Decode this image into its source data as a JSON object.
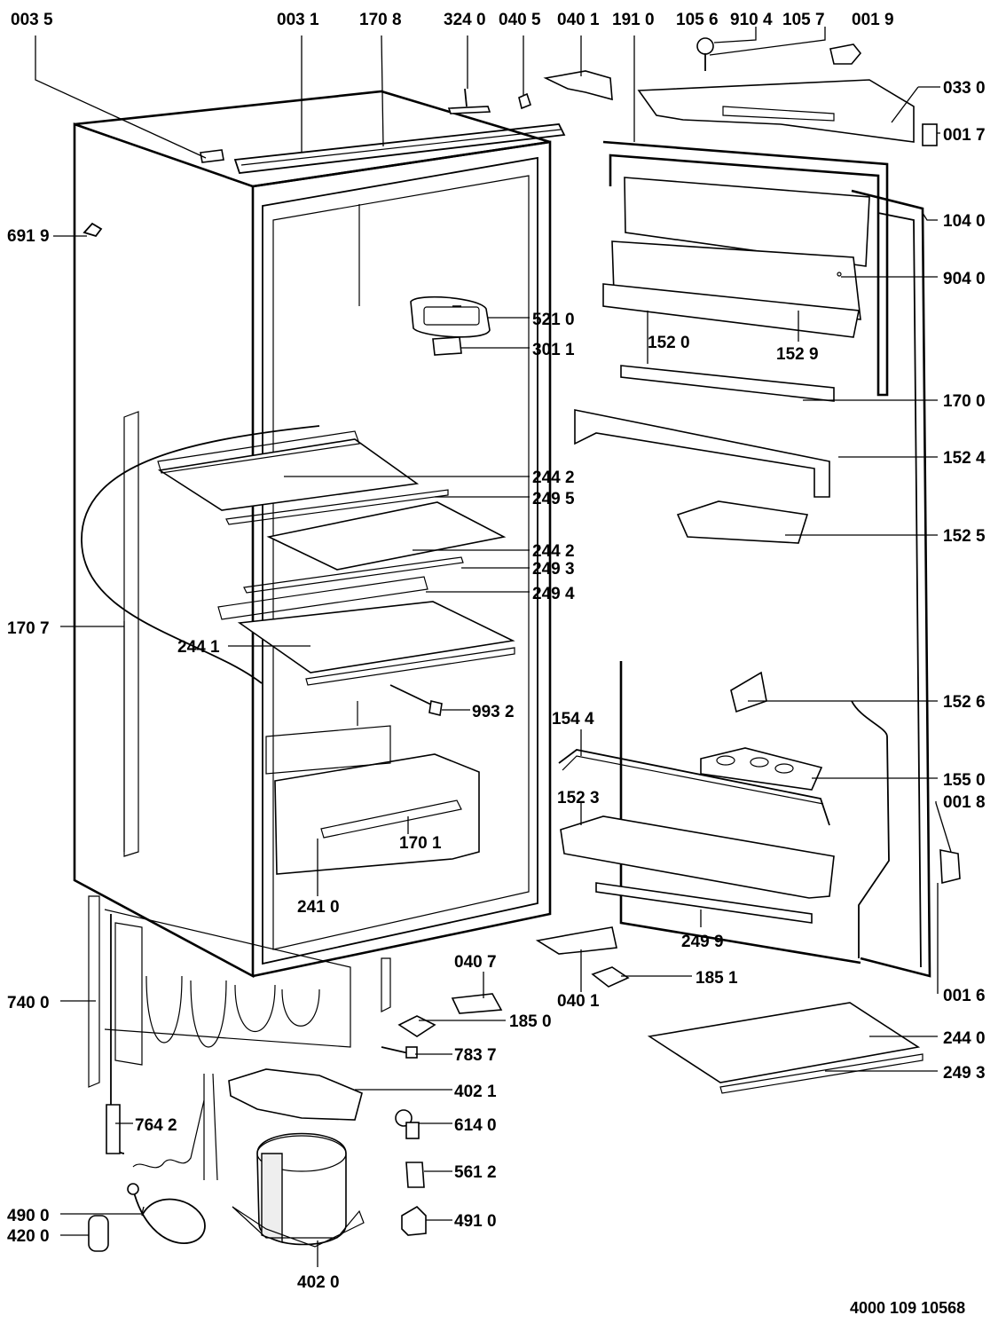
{
  "document_ref": "4000 109 10568",
  "labels": {
    "l0035": "003 5",
    "l0031": "003 1",
    "l1708": "170 8",
    "l3240": "324 0",
    "l0405": "040 5",
    "l0401a": "040 1",
    "l1910": "191 0",
    "l1056": "105 6",
    "l9104": "910 4",
    "l1057": "105 7",
    "l0019": "001 9",
    "l0330": "033 0",
    "l0017": "001 7",
    "l6919": "691 9",
    "l1040": "104 0",
    "l9040": "904 0",
    "l5210": "521 0",
    "l1520": "152 0",
    "l1529": "152 9",
    "l3011": "301 1",
    "l1700": "170 0",
    "l1524": "152 4",
    "l2442a": "244 2",
    "l2495": "249 5",
    "l1525": "152 5",
    "l2442b": "244 2",
    "l2493a": "249 3",
    "l2494": "249 4",
    "l1707": "170 7",
    "l2441": "244 1",
    "l1526": "152 6",
    "l9932": "993 2",
    "l1544": "154 4",
    "l1550": "155 0",
    "l0018": "001 8",
    "l1523": "152 3",
    "l1701": "170 1",
    "l2410": "241 0",
    "l2499": "249 9",
    "l0407": "040 7",
    "l1851": "185 1",
    "l7400": "740 0",
    "l0401b": "040 1",
    "l0016": "001 6",
    "l1850": "185 0",
    "l2440": "244 0",
    "l7837": "783 7",
    "l2493b": "249 3",
    "l4021": "402 1",
    "l7642": "764 2",
    "l6140": "614 0",
    "l5612": "561 2",
    "l4900": "490 0",
    "l4910": "491 0",
    "l4200": "420 0",
    "l4020": "402 0"
  }
}
